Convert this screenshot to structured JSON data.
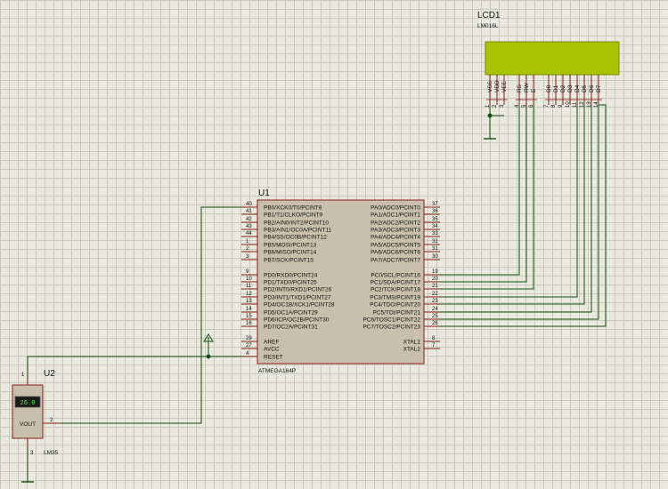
{
  "lcd": {
    "ref": "LCD1",
    "part": "LM016L",
    "pin_names": [
      "VSS",
      "VDD",
      "VEE",
      "RS",
      "RW",
      "E",
      "D0",
      "D1",
      "D2",
      "D3",
      "D4",
      "D5",
      "D6",
      "D7"
    ],
    "pin_numbers": [
      "1",
      "2",
      "3",
      "4",
      "5",
      "6",
      "7",
      "8",
      "9",
      "10",
      "11",
      "12",
      "13",
      "14"
    ],
    "screen_color": "#a8c400"
  },
  "mcu": {
    "ref": "U1",
    "part": "ATMEGA164P",
    "left_pins": [
      {
        "num": "40",
        "name": "PB0/XCK0/T0/PCINT8"
      },
      {
        "num": "41",
        "name": "PB1/T1/CLKO/PCINT9"
      },
      {
        "num": "42",
        "name": "PB2/AIN0/INT2/PCINT10"
      },
      {
        "num": "43",
        "name": "PB3/AIN1/OC0A/PCINT11"
      },
      {
        "num": "44",
        "name": "PB4/SS/OC0B/PCINT12"
      },
      {
        "num": "1",
        "name": "PB5/MOSI/PCINT13"
      },
      {
        "num": "2",
        "name": "PB6/MISO/PCINT14"
      },
      {
        "num": "3",
        "name": "PB7/SCK/PCINT15"
      },
      {
        "num": "9",
        "name": "PD0/RXD0/PCINT24"
      },
      {
        "num": "10",
        "name": "PD1/TXD0/PCINT25"
      },
      {
        "num": "11",
        "name": "PD2/INT0/RXD1/PCINT26"
      },
      {
        "num": "12",
        "name": "PD3/INT1/TXD1/PCINT27"
      },
      {
        "num": "13",
        "name": "PD4/OC1B/XCK1/PCINT28"
      },
      {
        "num": "14",
        "name": "PD5/OC1A/PCINT29"
      },
      {
        "num": "15",
        "name": "PD6/ICP/OC2B/PCINT30"
      },
      {
        "num": "16",
        "name": "PD7/OC2A/PCINT31"
      },
      {
        "num": "29",
        "name": "AREF"
      },
      {
        "num": "27",
        "name": "AVCC"
      },
      {
        "num": "4",
        "name": "RESET"
      }
    ],
    "right_pins": [
      {
        "num": "37",
        "name": "PA0/ADC0/PCINT0"
      },
      {
        "num": "36",
        "name": "PA1/ADC1/PCINT1"
      },
      {
        "num": "35",
        "name": "PA2/ADC2/PCINT2"
      },
      {
        "num": "34",
        "name": "PA3/ADC3/PCINT3"
      },
      {
        "num": "33",
        "name": "PA4/ADC4/PCINT4"
      },
      {
        "num": "32",
        "name": "PA5/ADC5/PCINT5"
      },
      {
        "num": "31",
        "name": "PA6/ADC6/PCINT6"
      },
      {
        "num": "30",
        "name": "PA7/ADC7/PCINT7"
      },
      {
        "num": "19",
        "name": "PC0/SCL/PCINT16"
      },
      {
        "num": "20",
        "name": "PC1/SDA/PCINT17"
      },
      {
        "num": "21",
        "name": "PC2/TCK/PCINT18"
      },
      {
        "num": "22",
        "name": "PC3/TMS/PCINT19"
      },
      {
        "num": "23",
        "name": "PC4/TDO/PCINT20"
      },
      {
        "num": "24",
        "name": "PC5/TDI/PCINT21"
      },
      {
        "num": "25",
        "name": "PC6/TOSC1/PCINT22"
      },
      {
        "num": "26",
        "name": "PC7/TOSC2/PCINT23"
      },
      {
        "num": "8",
        "name": "XTAL1"
      },
      {
        "num": "7",
        "name": "XTAL2"
      }
    ]
  },
  "sensor": {
    "ref": "U2",
    "part": "LM35",
    "reading": "26.0",
    "out_label": "VOUT",
    "pin_numbers": [
      "1",
      "2",
      "3"
    ]
  },
  "colors": {
    "wire": "#0f4f0f",
    "pin": "#8b1a1a",
    "body_fill": "#c8c0ac",
    "body_stroke": "#8b1a1a"
  },
  "icons": {
    "power": "power-terminal-icon",
    "ground": "ground-icon"
  }
}
